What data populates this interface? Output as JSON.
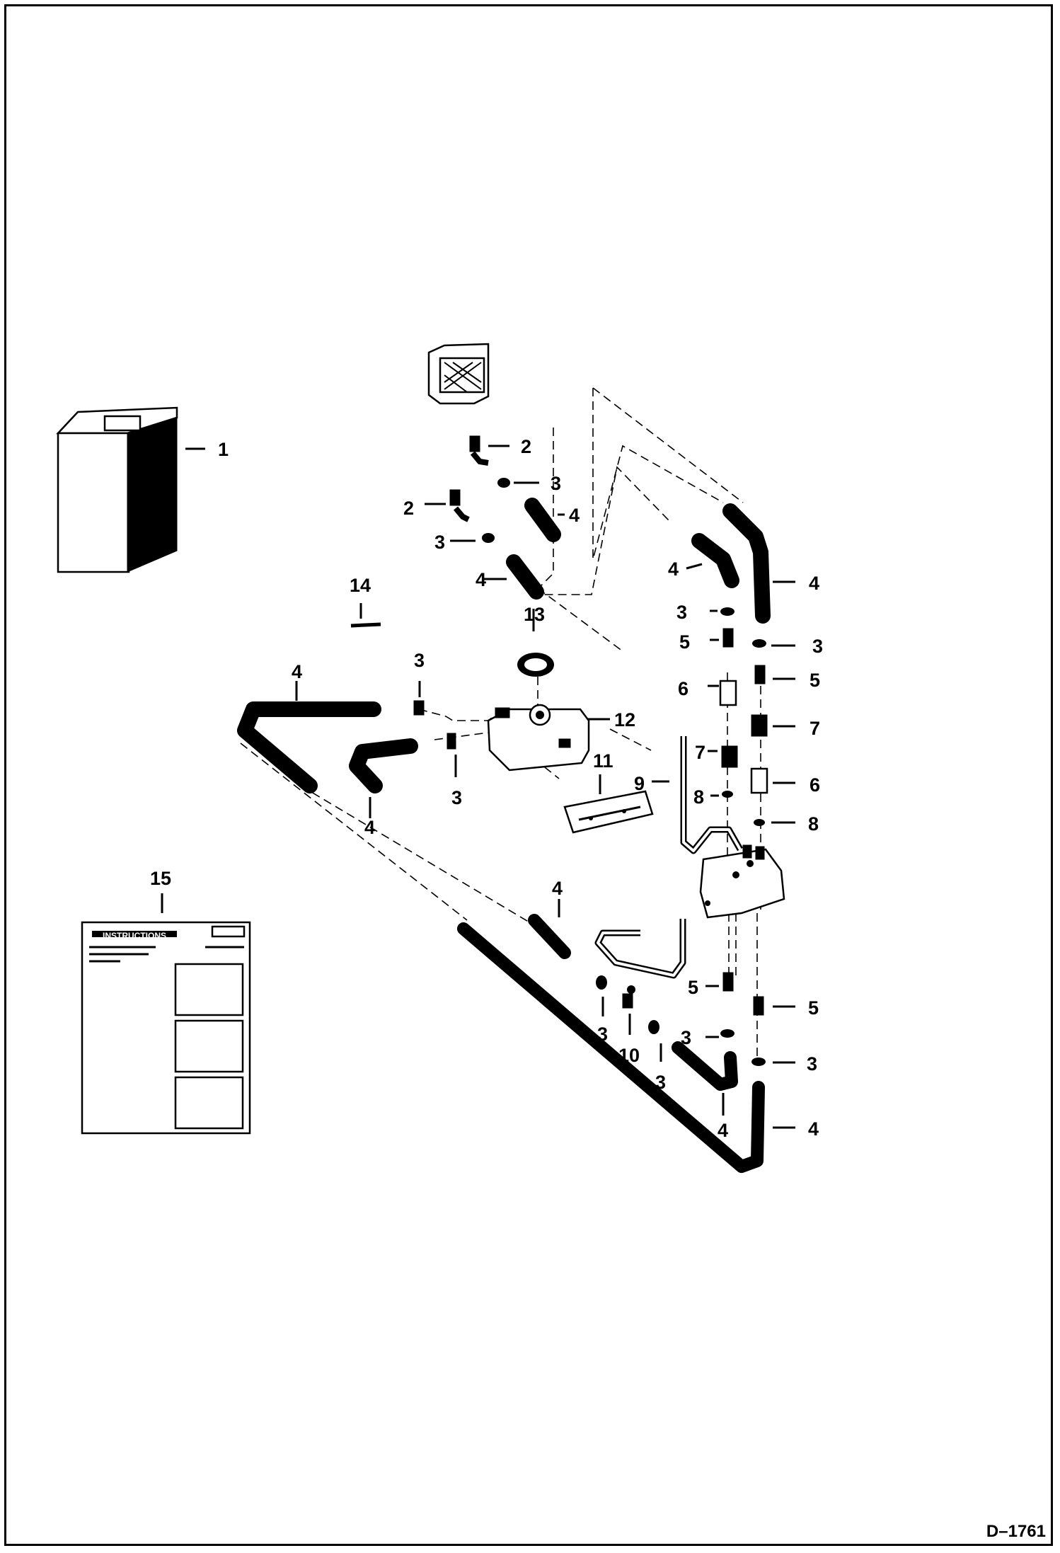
{
  "drawing_id": "D–1761",
  "callouts": {
    "c1": "1",
    "c2a": "2",
    "c2b": "2",
    "c3a": "3",
    "c3b": "3",
    "c3c": "3",
    "c3d": "3",
    "c3e": "3",
    "c3f": "3",
    "c3g": "3",
    "c3h": "3",
    "c3i": "3",
    "c3j": "3",
    "c4a": "4",
    "c4b": "4",
    "c4c": "4",
    "c4d": "4",
    "c4e": "4",
    "c4f": "4",
    "c4g": "4",
    "c4h": "4",
    "c4i": "4",
    "c5a": "5",
    "c5b": "5",
    "c5c": "5",
    "c5d": "5",
    "c6a": "6",
    "c6b": "6",
    "c7a": "7",
    "c7b": "7",
    "c8a": "8",
    "c8b": "8",
    "c9": "9",
    "c10": "10",
    "c11": "11",
    "c12": "12",
    "c13": "13",
    "c14": "14",
    "c15": "15"
  },
  "instruction_sheet": {
    "heading": "INSTRUCTIONS"
  }
}
